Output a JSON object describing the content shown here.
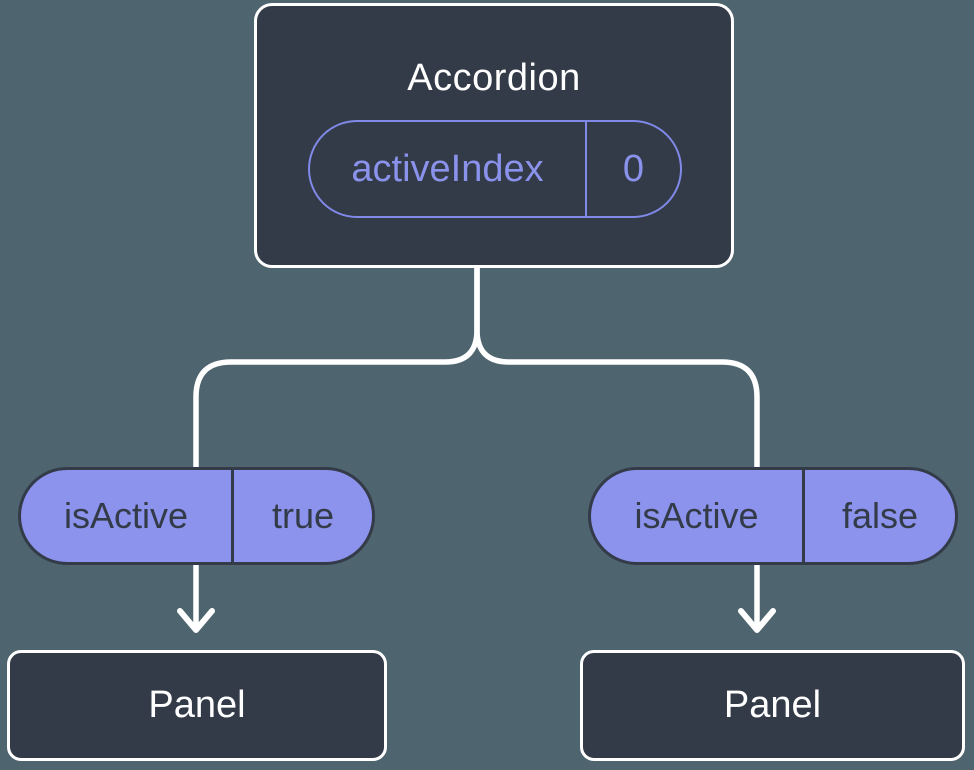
{
  "colors": {
    "background": "#4e646e",
    "node_fill": "#333b48",
    "node_border": "#ffffff",
    "prop_pill_fill": "#8b93ed",
    "prop_pill_text": "#333b48",
    "accent_purple": "#8089e8",
    "connector_white": "#ffffff",
    "title_text": "#ffffff"
  },
  "tree": {
    "root": {
      "label": "Accordion",
      "state": {
        "name": "activeIndex",
        "value": "0"
      }
    },
    "branches": [
      {
        "prop_name": "isActive",
        "prop_value": "true",
        "child_label": "Panel"
      },
      {
        "prop_name": "isActive",
        "prop_value": "false",
        "child_label": "Panel"
      }
    ]
  }
}
